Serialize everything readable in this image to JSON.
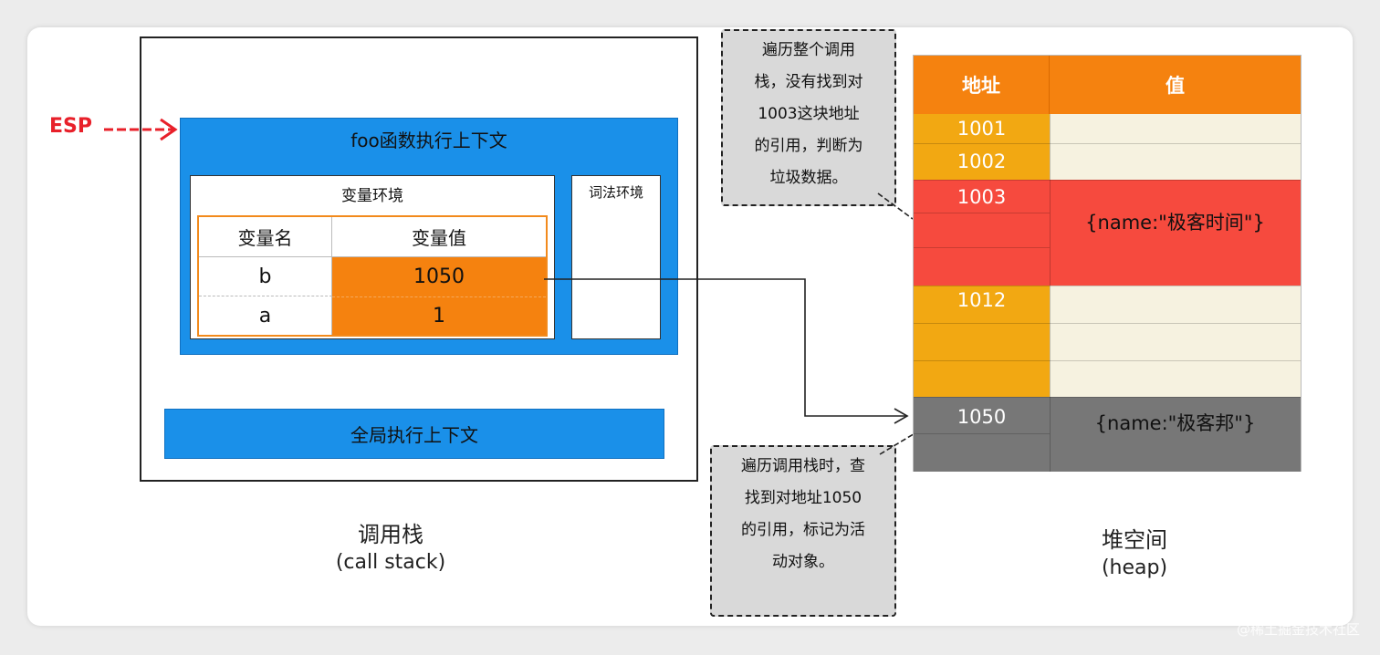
{
  "call_stack": {
    "esp_label": "ESP",
    "foo_context_title": "foo函数执行上下文",
    "variable_env_title": "变量环境",
    "lexical_env_title": "词法环境",
    "var_table": {
      "headers": [
        "变量名",
        "变量值"
      ],
      "rows": [
        {
          "name": "b",
          "value": "1050"
        },
        {
          "name": "a",
          "value": "1"
        }
      ]
    },
    "global_context_title": "全局执行上下文",
    "caption_cn": "调用栈",
    "caption_en": "(call stack)"
  },
  "heap": {
    "headers": [
      "地址",
      "值"
    ],
    "blocks": [
      {
        "addr": "1001",
        "value": ""
      },
      {
        "addr": "1002",
        "value": ""
      },
      {
        "addr": "1003",
        "value": "{name:\"极客时间\"}"
      },
      {
        "addr": "1012",
        "value": ""
      },
      {
        "addr": "1050",
        "value": "{name:\"极客邦\"}"
      }
    ],
    "caption_cn": "堆空间",
    "caption_en": "(heap)"
  },
  "callouts": {
    "top_lines": [
      "遍历整个调用",
      "栈，没有找到对",
      "1003这块地址",
      "的引用，判断为",
      "垃圾数据。"
    ],
    "bottom_lines": [
      "遍历调用栈时，查",
      "找到对地址1050",
      "的引用，标记为活",
      "动对象。"
    ]
  },
  "colors": {
    "stack_blue": "#1a90e9",
    "var_orange": "#f5820f",
    "header_orange": "#f5820f",
    "addr_yellow": "#f2a812",
    "value_cream": "#f6f2e0",
    "garbage_red": "#f64a3e",
    "live_gray": "#777777",
    "esp_red": "#e8202a"
  },
  "watermark": "@稀土掘金技术社区"
}
